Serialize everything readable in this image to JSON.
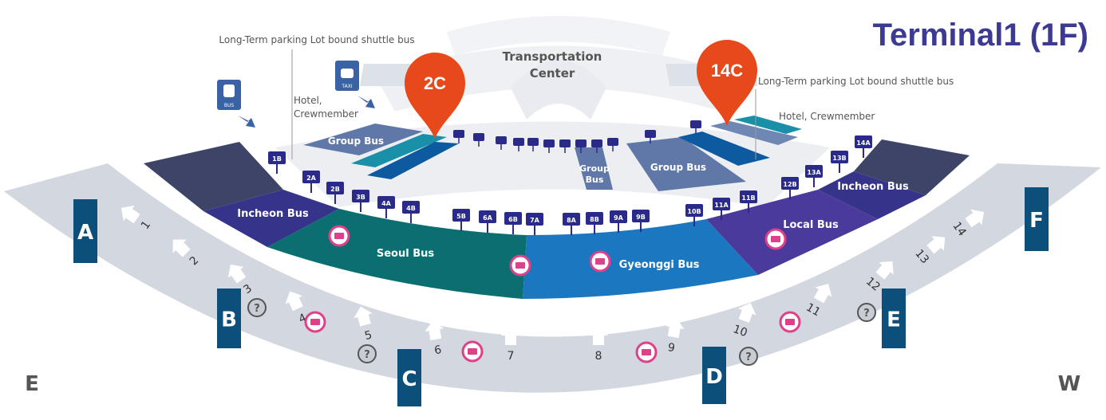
{
  "title": "Terminal1 (1F)",
  "compass": {
    "left": "E",
    "right": "W"
  },
  "transportation_center": {
    "line1": "Transportation",
    "line2": "Center"
  },
  "annotations": {
    "shuttle_left": "Long-Term parking Lot bound shuttle bus",
    "shuttle_right": "Long-Term parking Lot bound shuttle bus",
    "hotel_left_line1": "Hotel,",
    "hotel_left_line2": "Crewmember",
    "hotel_right": "Hotel, Crewmember"
  },
  "icons": {
    "bus": "BUS",
    "taxi": "TAXI"
  },
  "markers": [
    {
      "label": "2C",
      "color": "#e8491b"
    },
    {
      "label": "14C",
      "color": "#e8491b"
    }
  ],
  "zones": [
    {
      "name": "Incheon Bus",
      "color": "#36348a"
    },
    {
      "name": "Seoul Bus",
      "color": "#0b6e70"
    },
    {
      "name": "Gyeonggi Bus",
      "color": "#1b78c0"
    },
    {
      "name": "Local Bus",
      "color": "#4a3a9c"
    },
    {
      "name": "Incheon Bus",
      "color": "#36348a"
    },
    {
      "name": "Group Bus",
      "color": "#6078a8"
    },
    {
      "name": "Group Bus",
      "color": "#6078a8"
    },
    {
      "name": "Group Bus",
      "color": "#6078a8"
    }
  ],
  "stops_front": [
    "1B",
    "2A",
    "2B",
    "3B",
    "4A",
    "4B",
    "5B",
    "6A",
    "6B",
    "7A",
    "8A",
    "8B",
    "9A",
    "9B",
    "10B",
    "11A",
    "11B",
    "12B",
    "13A",
    "13B",
    "14A"
  ],
  "exit_doors": [
    "A",
    "B",
    "C",
    "D",
    "E",
    "F"
  ],
  "gates": [
    "1",
    "2",
    "3",
    "4",
    "5",
    "6",
    "7",
    "8",
    "9",
    "10",
    "11",
    "12",
    "13",
    "14"
  ],
  "colors": {
    "concourse": "#d3d7df",
    "door": "#0b4f7a",
    "stop_sign": "#2a2a8a",
    "ticket": "#e0408a"
  }
}
